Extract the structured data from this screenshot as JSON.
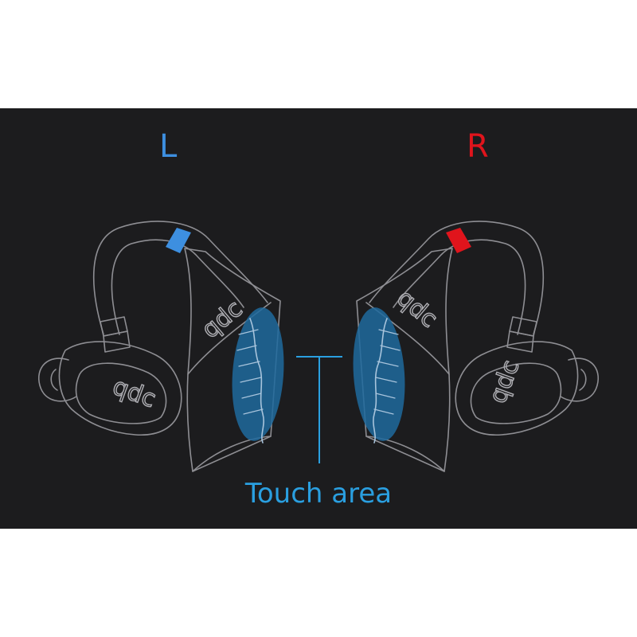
{
  "labels": {
    "left": "L",
    "right": "R",
    "touch_area": "Touch area"
  },
  "brand_logo_text": "qdc",
  "colors": {
    "background": "#1c1c1e",
    "page": "#ffffff",
    "left_marker": "#3d8fe0",
    "right_marker": "#e0141c",
    "touch_highlight": "#1f6a9e",
    "caption": "#2a9fe0",
    "outline": "#8e8e93"
  }
}
